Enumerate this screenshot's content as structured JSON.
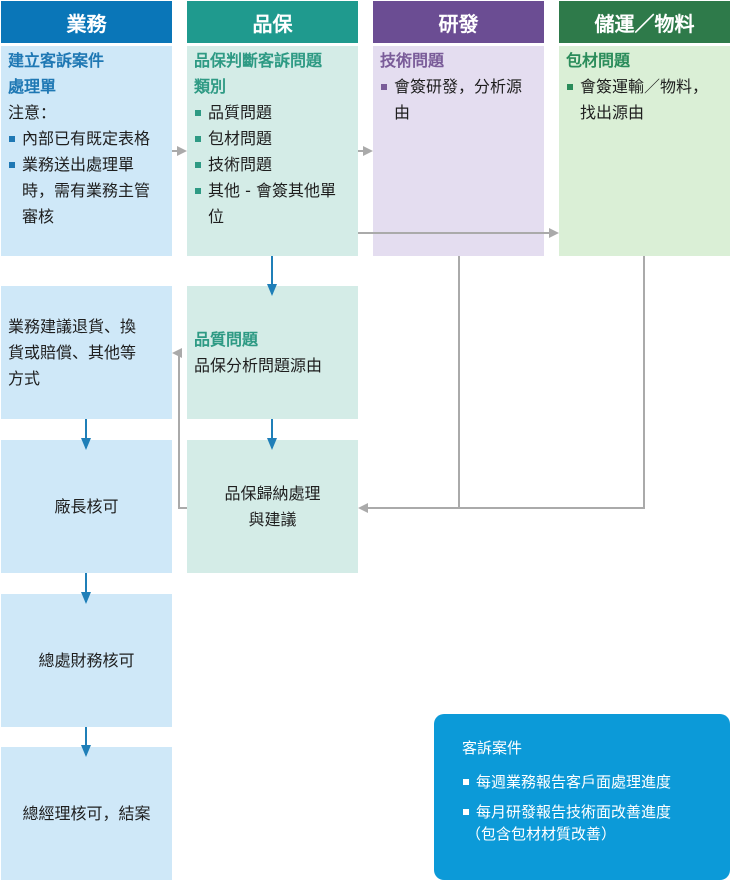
{
  "headers": {
    "sales": "業務",
    "qa": "品保",
    "rd": "研發",
    "logistics": "儲運／物料"
  },
  "colors": {
    "sales_header": "#0a76b8",
    "qa_header": "#1f9a8e",
    "rd_header": "#6b4d93",
    "logistics_header": "#2e7a4a",
    "arrow_blue": "#1f7fb8",
    "connector_gray": "#aaaaaa"
  },
  "sales_create": {
    "title_line1": "建立客訴案件",
    "title_line2": "處理單",
    "note_label": "注意：",
    "item1": "內部已有既定表格",
    "item2_line1": "業務送出處理單",
    "item2_line2": "時，需有業務主管",
    "item2_line3": "審核"
  },
  "qa_classify": {
    "title_line1": "品保判斷客訴問題",
    "title_line2": "類別",
    "item1": "品質問題",
    "item2": "包材問題",
    "item3": "技術問題",
    "item4_line1": "其他 - 會簽其他單",
    "item4_line2": "位"
  },
  "rd_tech": {
    "title": "技術問題",
    "item_line1": "會簽研發，分析源",
    "item_line2": "由"
  },
  "log_pack": {
    "title": "包材問題",
    "item_line1": "會簽運輸／物料，",
    "item_line2": "找出源由"
  },
  "sales_suggest": {
    "line1": "業務建議退貨、換",
    "line2": "貨或賠償、其他等",
    "line3": "方式"
  },
  "qa_quality": {
    "title": "品質問題",
    "line": "品保分析問題源由"
  },
  "plant_approve": "廠長核可",
  "qa_summary": {
    "line1": "品保歸納處理",
    "line2": "與建議"
  },
  "hq_finance": "總處財務核可",
  "gm_approve": "總經理核可，結案",
  "note": {
    "title": "客訴案件",
    "item1": "每週業務報告客戶面處理進度",
    "item2": "每月研發報告技術面改善進度",
    "item2_sub": "（包含包材材質改善）"
  }
}
